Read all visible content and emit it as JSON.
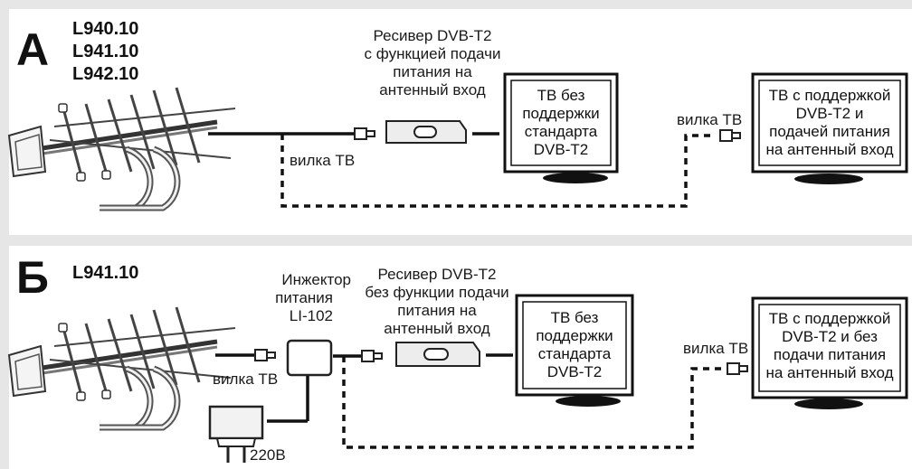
{
  "panel_a": {
    "letter": "А",
    "models": [
      "L940.10",
      "L941.10",
      "L942.10"
    ],
    "receiver_label": [
      "Ресивер DVB-T2",
      "с функцией подачи",
      "питания на",
      "антенный  вход"
    ],
    "plug_label_lower": "вилка ТВ",
    "plug_label_right": "вилка ТВ",
    "tv_left": [
      "ТВ без",
      "поддержки",
      "стандарта",
      "DVB-T2"
    ],
    "tv_right": [
      "ТВ  с поддержкой",
      "DVB-T2 и",
      "подачей питания",
      "на антенный вход"
    ]
  },
  "panel_b": {
    "letter": "Б",
    "models": [
      "L941.10"
    ],
    "injector_label": [
      "Инжектор",
      "питания",
      "LI-102"
    ],
    "receiver_label": [
      "Ресивер DVB-T2",
      "без функции подачи",
      "питания на",
      "антенный  вход"
    ],
    "plug_label_left": "вилка ТВ",
    "plug_label_right": "вилка ТВ",
    "power_label": "220В",
    "tv_left": [
      "ТВ без",
      "поддержки",
      "стандарта",
      "DVB-T2"
    ],
    "tv_right": [
      "ТВ с поддержкой",
      "DVB-T2 и без",
      "подачи питания",
      "на антенный вход"
    ]
  }
}
